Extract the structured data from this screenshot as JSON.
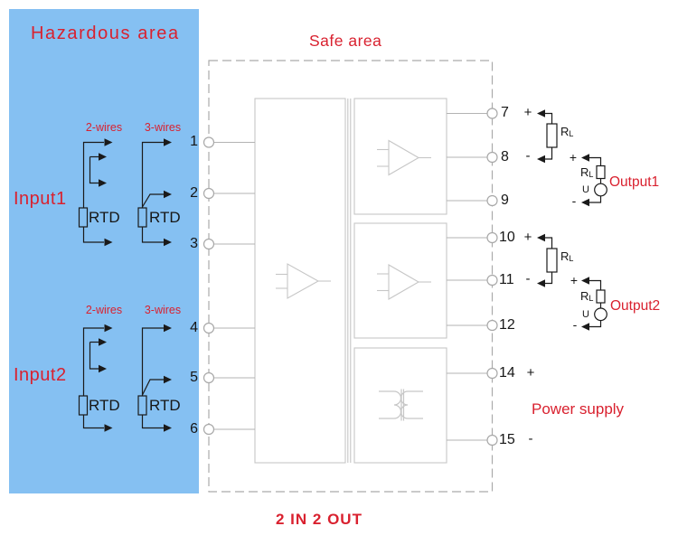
{
  "hazardous": {
    "title": "Hazardous area"
  },
  "safe": {
    "title": "Safe area"
  },
  "footer": {
    "caption": "2 IN 2 OUT"
  },
  "power": {
    "label": "Power supply",
    "t14": {
      "num": "14",
      "sign": "+"
    },
    "t15": {
      "num": "15",
      "sign": "-"
    }
  },
  "inputs": {
    "input1": {
      "label": "Input1",
      "two_wires": "2-wires",
      "three_wires": "3-wires",
      "rtd": "RTD",
      "t1": "1",
      "t2": "2",
      "t3": "3"
    },
    "input2": {
      "label": "Input2",
      "two_wires": "2-wires",
      "three_wires": "3-wires",
      "rtd": "RTD",
      "t1": "4",
      "t2": "5",
      "t3": "6"
    }
  },
  "outputs": {
    "output1": {
      "label": "Output1",
      "t_top": {
        "num": "7",
        "sign": "+"
      },
      "t_mid": {
        "num": "8",
        "sign": "-"
      },
      "t_bot": {
        "num": "9",
        "sign": ""
      }
    },
    "output2": {
      "label": "Output2",
      "t_top": {
        "num": "10",
        "sign": "+"
      },
      "t_mid": {
        "num": "11",
        "sign": "-"
      },
      "t_bot": {
        "num": "12",
        "sign": ""
      }
    }
  },
  "symbols": {
    "load_r": "R",
    "load_sub": "L",
    "voltage": "U",
    "plus": "+",
    "minus": "-"
  },
  "colors": {
    "hazard_bg": "#85c0f2",
    "accent_red": "#d9212f",
    "block_gray": "#c2c2c2",
    "dash_gray": "#ababab",
    "wire_black": "#1a1a1a"
  }
}
